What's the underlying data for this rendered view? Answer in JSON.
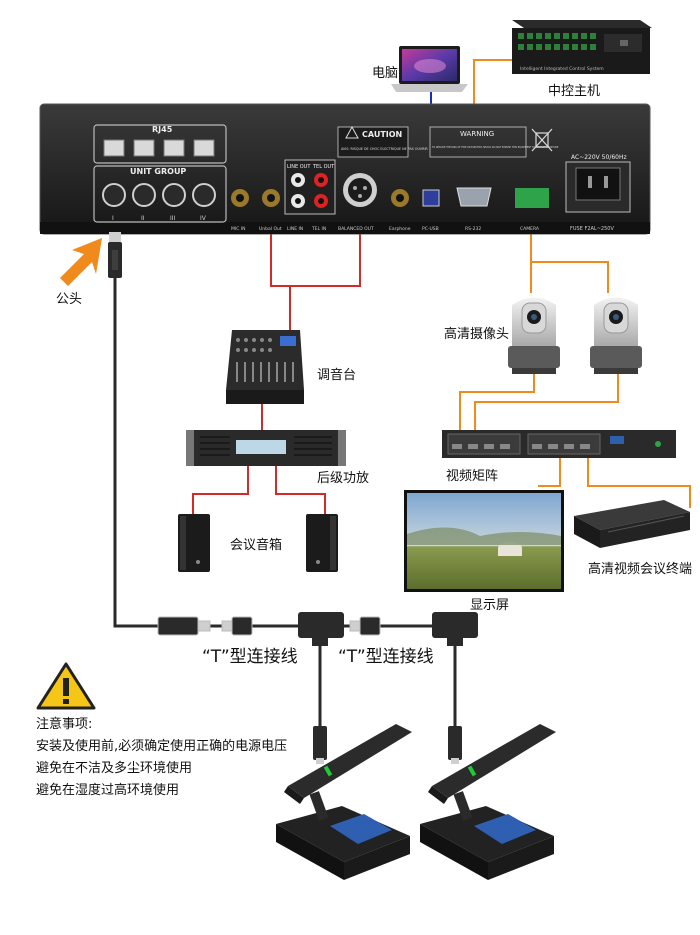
{
  "panel": {
    "rj45": "RJ45",
    "unit_group": "UNIT GROUP",
    "unit_numbers": [
      "I",
      "II",
      "III",
      "IV"
    ],
    "caution": "CAUTION",
    "caution_sub": "AVIS: RISQUE DE CHOC ELECTRIQUE NE PAS OUVRIR",
    "warning": "WARNING",
    "warning_text": "TO REDUCE THE RISK OF FIRE OR ELECTRIC SHOCK DO NOT EXPOSE THIS EQUIPMENT TO RAIN OR MOISTURE",
    "line_out": "LINE OUT",
    "tel_out": "TEL OUT",
    "power_label": "AC~220V 50/60Hz",
    "fuse": "FUSE F2AL~250V",
    "port_labels": [
      "MIC IN",
      "Unbal Out",
      "LINE IN",
      "TEL IN",
      "BALANCED OUT",
      "Earphone",
      "PC-USB",
      "RS-232",
      "CAMERA"
    ]
  },
  "labels": {
    "laptop": "电脑",
    "central_control": "中控主机",
    "central_control_small": "Intelligent Integrated Control System",
    "male_head": "公头",
    "hd_camera": "高清摄像头",
    "mixer": "调音台",
    "power_amp": "后级功放",
    "video_matrix": "视频矩阵",
    "speakers": "会议音箱",
    "display": "显示屏",
    "video_terminal": "高清视频会议终端",
    "t_connector_1": "“T”型连接线",
    "t_connector_2": "“T”型连接线"
  },
  "notice": {
    "title": "注意事项:",
    "lines": [
      "安装及使用前,必须确定使用正确的电源电压",
      "避免在不洁及多尘环境使用",
      "避免在湿度过高环境使用"
    ]
  },
  "colors": {
    "audio_line": "#d42a2a",
    "video_line": "#f08a1c",
    "usb_line": "#1a2fb5",
    "trunk_cable": "#2a2a2a",
    "mic_led": "#22cc33",
    "warning_yellow": "#f5c518"
  }
}
